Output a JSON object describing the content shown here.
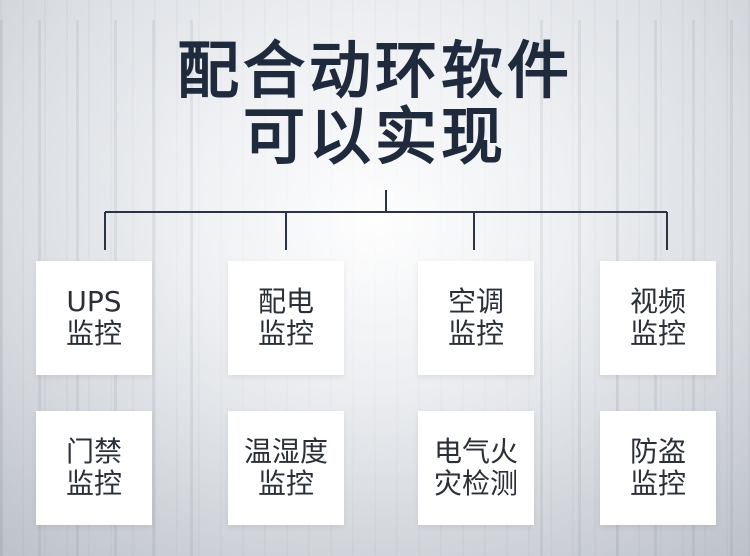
{
  "title": {
    "line1": "配合动环软件",
    "line2": "可以实现"
  },
  "cards": [
    {
      "line1": "UPS",
      "line2": "监控"
    },
    {
      "line1": "配电",
      "line2": "监控"
    },
    {
      "line1": "空调",
      "line2": "监控"
    },
    {
      "line1": "视频",
      "line2": "监控"
    },
    {
      "line1": "门禁",
      "line2": "监控"
    },
    {
      "line1": "温湿度",
      "line2": "监控"
    },
    {
      "line1": "电气火",
      "line2": "灾检测"
    },
    {
      "line1": "防盗",
      "line2": "监控"
    }
  ],
  "colors": {
    "title": "#1f2a3d",
    "lines": "#2a3445",
    "card_bg": "#ffffff"
  }
}
